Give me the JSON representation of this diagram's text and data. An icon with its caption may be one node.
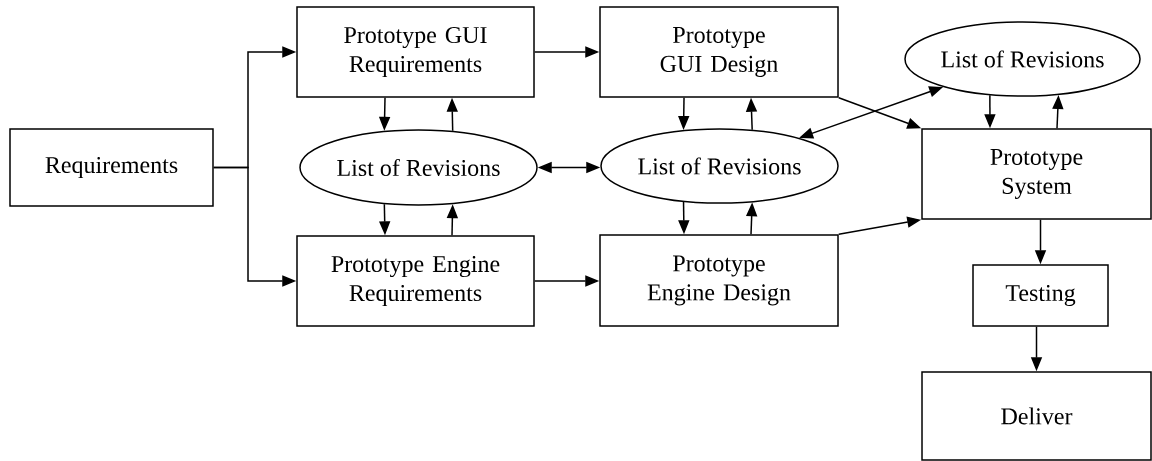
{
  "diagram": {
    "nodes": [
      {
        "text": [
          "Requirements"
        ]
      },
      {
        "text": [
          "Prototype GUI Requirements"
        ]
      },
      {
        "text": [
          "Prototype GUI Design"
        ]
      },
      {
        "text": [
          "List of Revisions"
        ]
      },
      {
        "text": [
          "List of Revisions"
        ]
      },
      {
        "text": [
          "List of Revisions"
        ]
      },
      {
        "text": [
          "Prototype System"
        ]
      },
      {
        "text": [
          "Prototype Engine Requirements"
        ]
      },
      {
        "text": [
          "Prototype Engine Design"
        ]
      },
      {
        "text": [
          "Testing"
        ]
      },
      {
        "text": [
          "Deliver"
        ]
      }
    ],
    "edges": [
      {
        "from": 0,
        "to": 1,
        "arrow": "to"
      },
      {
        "from": 0,
        "to": 7,
        "arrow": "to"
      },
      {
        "from": 1,
        "to": 2,
        "arrow": "to"
      },
      {
        "from": 7,
        "to": 8,
        "arrow": "to"
      },
      {
        "from": 1,
        "to": 4,
        "arrow": "to"
      },
      {
        "from": 4,
        "to": 1,
        "arrow": "to"
      },
      {
        "from": 4,
        "to": 7,
        "arrow": "to"
      },
      {
        "from": 7,
        "to": 4,
        "arrow": "to"
      },
      {
        "from": 4,
        "to": 5,
        "arrow": "both"
      },
      {
        "from": 2,
        "to": 5,
        "arrow": "to"
      },
      {
        "from": 5,
        "to": 2,
        "arrow": "to"
      },
      {
        "from": 5,
        "to": 8,
        "arrow": "to"
      },
      {
        "from": 8,
        "to": 5,
        "arrow": "to"
      },
      {
        "from": 5,
        "to": 3,
        "arrow": "both"
      },
      {
        "from": 2,
        "to": 6,
        "arrow": "to"
      },
      {
        "from": 8,
        "to": 6,
        "arrow": "to"
      },
      {
        "from": 3,
        "to": 6,
        "arrow": "to"
      },
      {
        "from": 6,
        "to": 3,
        "arrow": "to"
      },
      {
        "from": 6,
        "to": 9,
        "arrow": "to"
      },
      {
        "from": 9,
        "to": 10,
        "arrow": "to"
      }
    ]
  }
}
